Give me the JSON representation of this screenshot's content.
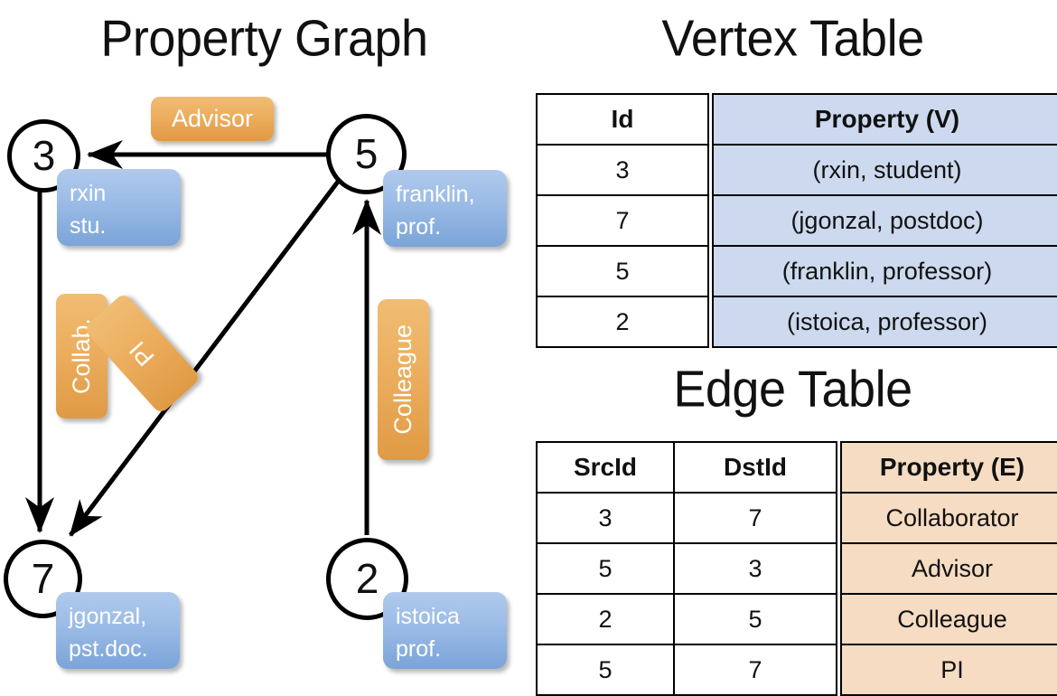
{
  "titles": {
    "property_graph": "Property Graph",
    "vertex_table": "Vertex Table",
    "edge_table": "Edge Table"
  },
  "colors": {
    "vertex_accent": "#ccd9ee",
    "edge_accent": "#f5dcc2",
    "node_box_blue": "#9dbde7",
    "edge_box_orange": "#ecae5e",
    "stroke": "#000000"
  },
  "graph": {
    "nodes": [
      {
        "id": "3",
        "property_line1": "rxin",
        "property_line2": "stu."
      },
      {
        "id": "5",
        "property_line1": "franklin,",
        "property_line2": "prof."
      },
      {
        "id": "7",
        "property_line1": "jgonzal,",
        "property_line2": "pst.doc."
      },
      {
        "id": "2",
        "property_line1": "istoica",
        "property_line2": "prof."
      }
    ],
    "edge_labels": [
      {
        "name": "advisor",
        "text": "Advisor"
      },
      {
        "name": "collab",
        "text": "Collab."
      },
      {
        "name": "pi",
        "text": "PI"
      },
      {
        "name": "colleague",
        "text": "Colleague"
      }
    ],
    "edges": [
      {
        "src": "5",
        "dst": "3",
        "label": "Advisor"
      },
      {
        "src": "3",
        "dst": "7",
        "label": "Collab."
      },
      {
        "src": "5",
        "dst": "7",
        "label": "PI"
      },
      {
        "src": "2",
        "dst": "5",
        "label": "Colleague"
      }
    ]
  },
  "vertex_table": {
    "headers": [
      "Id",
      "Property (V)"
    ],
    "rows": [
      {
        "id": "3",
        "property": "(rxin, student)"
      },
      {
        "id": "7",
        "property": "(jgonzal, postdoc)"
      },
      {
        "id": "5",
        "property": "(franklin, professor)"
      },
      {
        "id": "2",
        "property": "(istoica, professor)"
      }
    ]
  },
  "edge_table": {
    "headers": [
      "SrcId",
      "DstId",
      "Property (E)"
    ],
    "rows": [
      {
        "src": "3",
        "dst": "7",
        "property": "Collaborator"
      },
      {
        "src": "5",
        "dst": "3",
        "property": "Advisor"
      },
      {
        "src": "2",
        "dst": "5",
        "property": "Colleague"
      },
      {
        "src": "5",
        "dst": "7",
        "property": "PI"
      }
    ]
  }
}
